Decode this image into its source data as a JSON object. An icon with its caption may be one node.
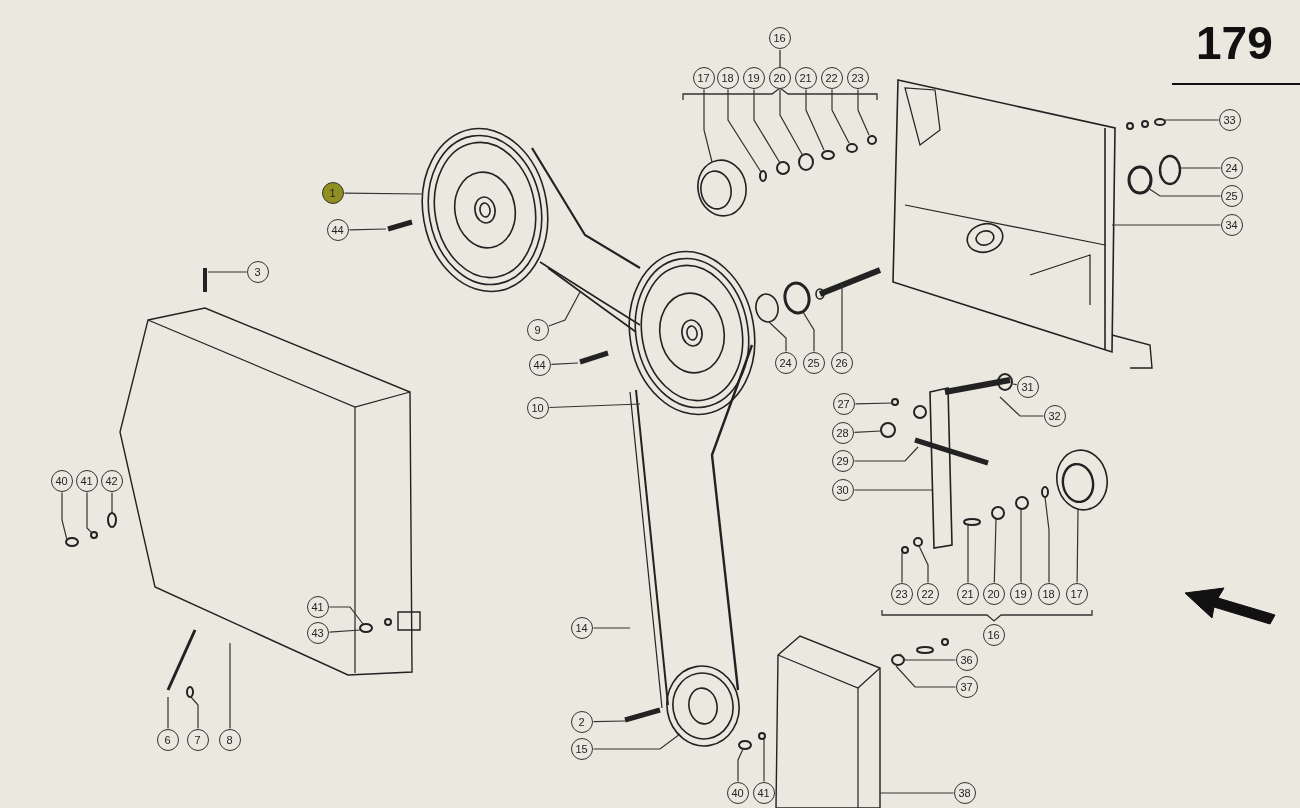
{
  "diagram": {
    "nodes": [
      {
        "text": [
          "16"
        ]
      },
      {
        "text": [
          "17"
        ]
      },
      {
        "text": [
          "18"
        ]
      },
      {
        "text": [
          "19"
        ]
      },
      {
        "text": [
          "20"
        ]
      },
      {
        "text": [
          "21"
        ]
      },
      {
        "text": [
          "22"
        ]
      },
      {
        "text": [
          "23"
        ]
      },
      {
        "text": [
          "33"
        ]
      },
      {
        "text": [
          "1"
        ]
      },
      {
        "text": [
          "24"
        ]
      },
      {
        "text": [
          "25"
        ]
      },
      {
        "text": [
          "34"
        ]
      },
      {
        "text": [
          "44"
        ]
      },
      {
        "text": [
          "3"
        ]
      },
      {
        "text": [
          "9"
        ]
      },
      {
        "text": [
          "24"
        ]
      },
      {
        "text": [
          "25"
        ]
      },
      {
        "text": [
          "26"
        ]
      },
      {
        "text": [
          "44"
        ]
      },
      {
        "text": [
          "31"
        ]
      },
      {
        "text": [
          "27"
        ]
      },
      {
        "text": [
          "10"
        ]
      },
      {
        "text": [
          "32"
        ]
      },
      {
        "text": [
          "28"
        ]
      },
      {
        "text": [
          "29"
        ]
      },
      {
        "text": [
          "30"
        ]
      },
      {
        "text": [
          "40"
        ]
      },
      {
        "text": [
          "41"
        ]
      },
      {
        "text": [
          "42"
        ]
      },
      {
        "text": [
          "23"
        ]
      },
      {
        "text": [
          "22"
        ]
      },
      {
        "text": [
          "21"
        ]
      },
      {
        "text": [
          "20"
        ]
      },
      {
        "text": [
          "19"
        ]
      },
      {
        "text": [
          "18"
        ]
      },
      {
        "text": [
          "17"
        ]
      },
      {
        "text": [
          "41"
        ]
      },
      {
        "text": [
          "14"
        ]
      },
      {
        "text": [
          "16"
        ]
      },
      {
        "text": [
          "43"
        ]
      },
      {
        "text": [
          "36"
        ]
      },
      {
        "text": [
          "37"
        ]
      },
      {
        "text": [
          "2"
        ]
      },
      {
        "text": [
          "15"
        ]
      },
      {
        "text": [
          "6"
        ]
      },
      {
        "text": [
          "7"
        ]
      },
      {
        "text": [
          "8"
        ]
      },
      {
        "text": [
          "40"
        ]
      },
      {
        "text": [
          "41"
        ]
      },
      {
        "text": [
          "38"
        ]
      }
    ],
    "edges": [
      {
        "from": 1,
        "to": null,
        "arrow": "none"
      },
      {
        "from": 2,
        "to": null,
        "arrow": "none"
      },
      {
        "from": 3,
        "to": null,
        "arrow": "none"
      },
      {
        "from": 4,
        "to": null,
        "arrow": "none"
      },
      {
        "from": 5,
        "to": null,
        "arrow": "none"
      },
      {
        "from": 6,
        "to": null,
        "arrow": "none"
      },
      {
        "from": 7,
        "to": null,
        "arrow": "none"
      },
      {
        "from": 8,
        "to": null,
        "arrow": "none"
      },
      {
        "from": 9,
        "to": null,
        "arrow": "none"
      },
      {
        "from": 10,
        "to": null,
        "arrow": "none"
      },
      {
        "from": 11,
        "to": null,
        "arrow": "none"
      },
      {
        "from": 12,
        "to": null,
        "arrow": "none"
      },
      {
        "from": 13,
        "to": null,
        "arrow": "none"
      },
      {
        "from": 14,
        "to": null,
        "arrow": "none"
      },
      {
        "from": 15,
        "to": null,
        "arrow": "none"
      },
      {
        "from": 16,
        "to": null,
        "arrow": "none"
      },
      {
        "from": 17,
        "to": null,
        "arrow": "none"
      },
      {
        "from": 18,
        "to": null,
        "arrow": "none"
      },
      {
        "from": 19,
        "to": null,
        "arrow": "none"
      },
      {
        "from": 20,
        "to": null,
        "arrow": "none"
      },
      {
        "from": 21,
        "to": null,
        "arrow": "none"
      },
      {
        "from": 22,
        "to": null,
        "arrow": "none"
      },
      {
        "from": 23,
        "to": null,
        "arrow": "none"
      },
      {
        "from": 24,
        "to": null,
        "arrow": "none"
      },
      {
        "from": 25,
        "to": null,
        "arrow": "none"
      },
      {
        "from": 26,
        "to": null,
        "arrow": "none"
      },
      {
        "from": 27,
        "to": null,
        "arrow": "none"
      },
      {
        "from": 28,
        "to": null,
        "arrow": "none"
      },
      {
        "from": 29,
        "to": null,
        "arrow": "none"
      },
      {
        "from": 30,
        "to": null,
        "arrow": "none"
      },
      {
        "from": 31,
        "to": null,
        "arrow": "none"
      },
      {
        "from": 32,
        "to": null,
        "arrow": "none"
      },
      {
        "from": 33,
        "to": null,
        "arrow": "none"
      },
      {
        "from": 34,
        "to": null,
        "arrow": "none"
      },
      {
        "from": 35,
        "to": null,
        "arrow": "none"
      },
      {
        "from": 36,
        "to": null,
        "arrow": "none"
      },
      {
        "from": 37,
        "to": null,
        "arrow": "none"
      },
      {
        "from": 38,
        "to": null,
        "arrow": "none"
      },
      {
        "from": 40,
        "to": null,
        "arrow": "none"
      },
      {
        "from": 41,
        "to": null,
        "arrow": "none"
      },
      {
        "from": 42,
        "to": null,
        "arrow": "none"
      },
      {
        "from": 43,
        "to": null,
        "arrow": "none"
      },
      {
        "from": 44,
        "to": null,
        "arrow": "none"
      },
      {
        "from": 45,
        "to": null,
        "arrow": "none"
      },
      {
        "from": 46,
        "to": null,
        "arrow": "none"
      },
      {
        "from": 47,
        "to": null,
        "arrow": "none"
      },
      {
        "from": 48,
        "to": null,
        "arrow": "none"
      },
      {
        "from": 49,
        "to": null,
        "arrow": "none"
      },
      {
        "from": 50,
        "to": null,
        "arrow": "none"
      }
    ],
    "labels": [
      "179"
    ]
  }
}
